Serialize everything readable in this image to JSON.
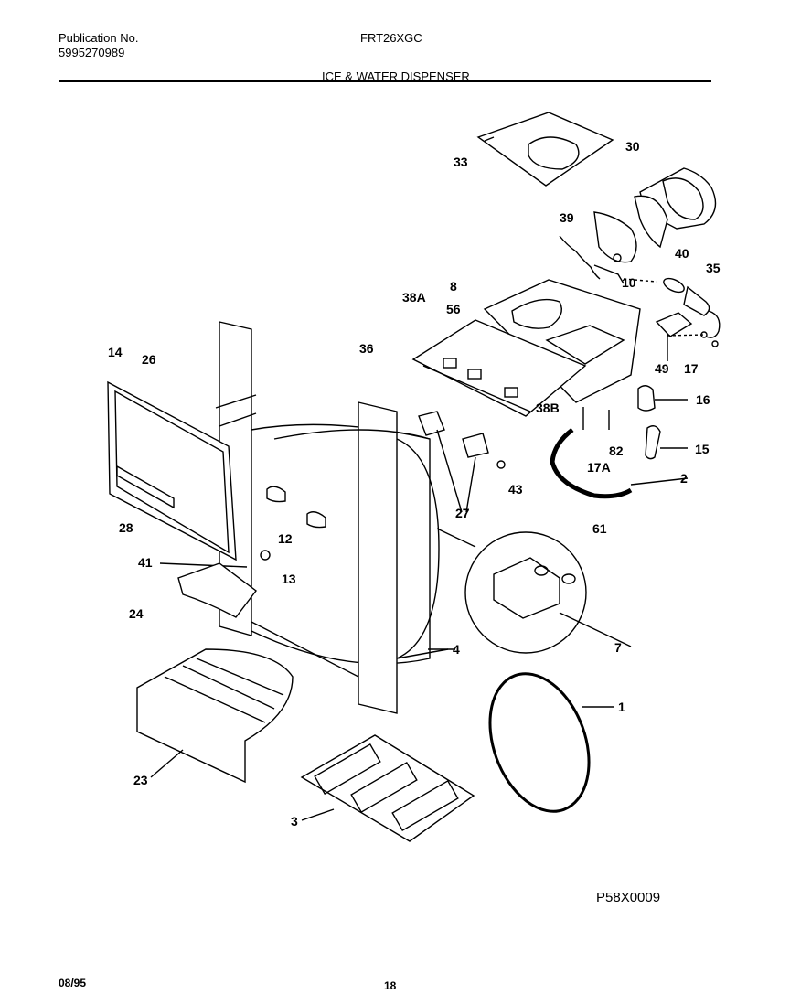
{
  "header": {
    "publication_label": "Publication No.",
    "publication_number": "5995270989",
    "model": "FRT26XGC",
    "section_title": "ICE & WATER DISPENSER"
  },
  "callouts": [
    "33",
    "30",
    "39",
    "40",
    "35",
    "8",
    "38A",
    "56",
    "10",
    "36",
    "49",
    "17",
    "14",
    "26",
    "16",
    "38B",
    "17A",
    "82",
    "15",
    "2",
    "43",
    "27",
    "28",
    "12",
    "61",
    "41",
    "13",
    "24",
    "7",
    "4",
    "1",
    "23",
    "3"
  ],
  "drawing_code": "P58X0009",
  "footer": {
    "date": "08/95",
    "page": "18"
  }
}
